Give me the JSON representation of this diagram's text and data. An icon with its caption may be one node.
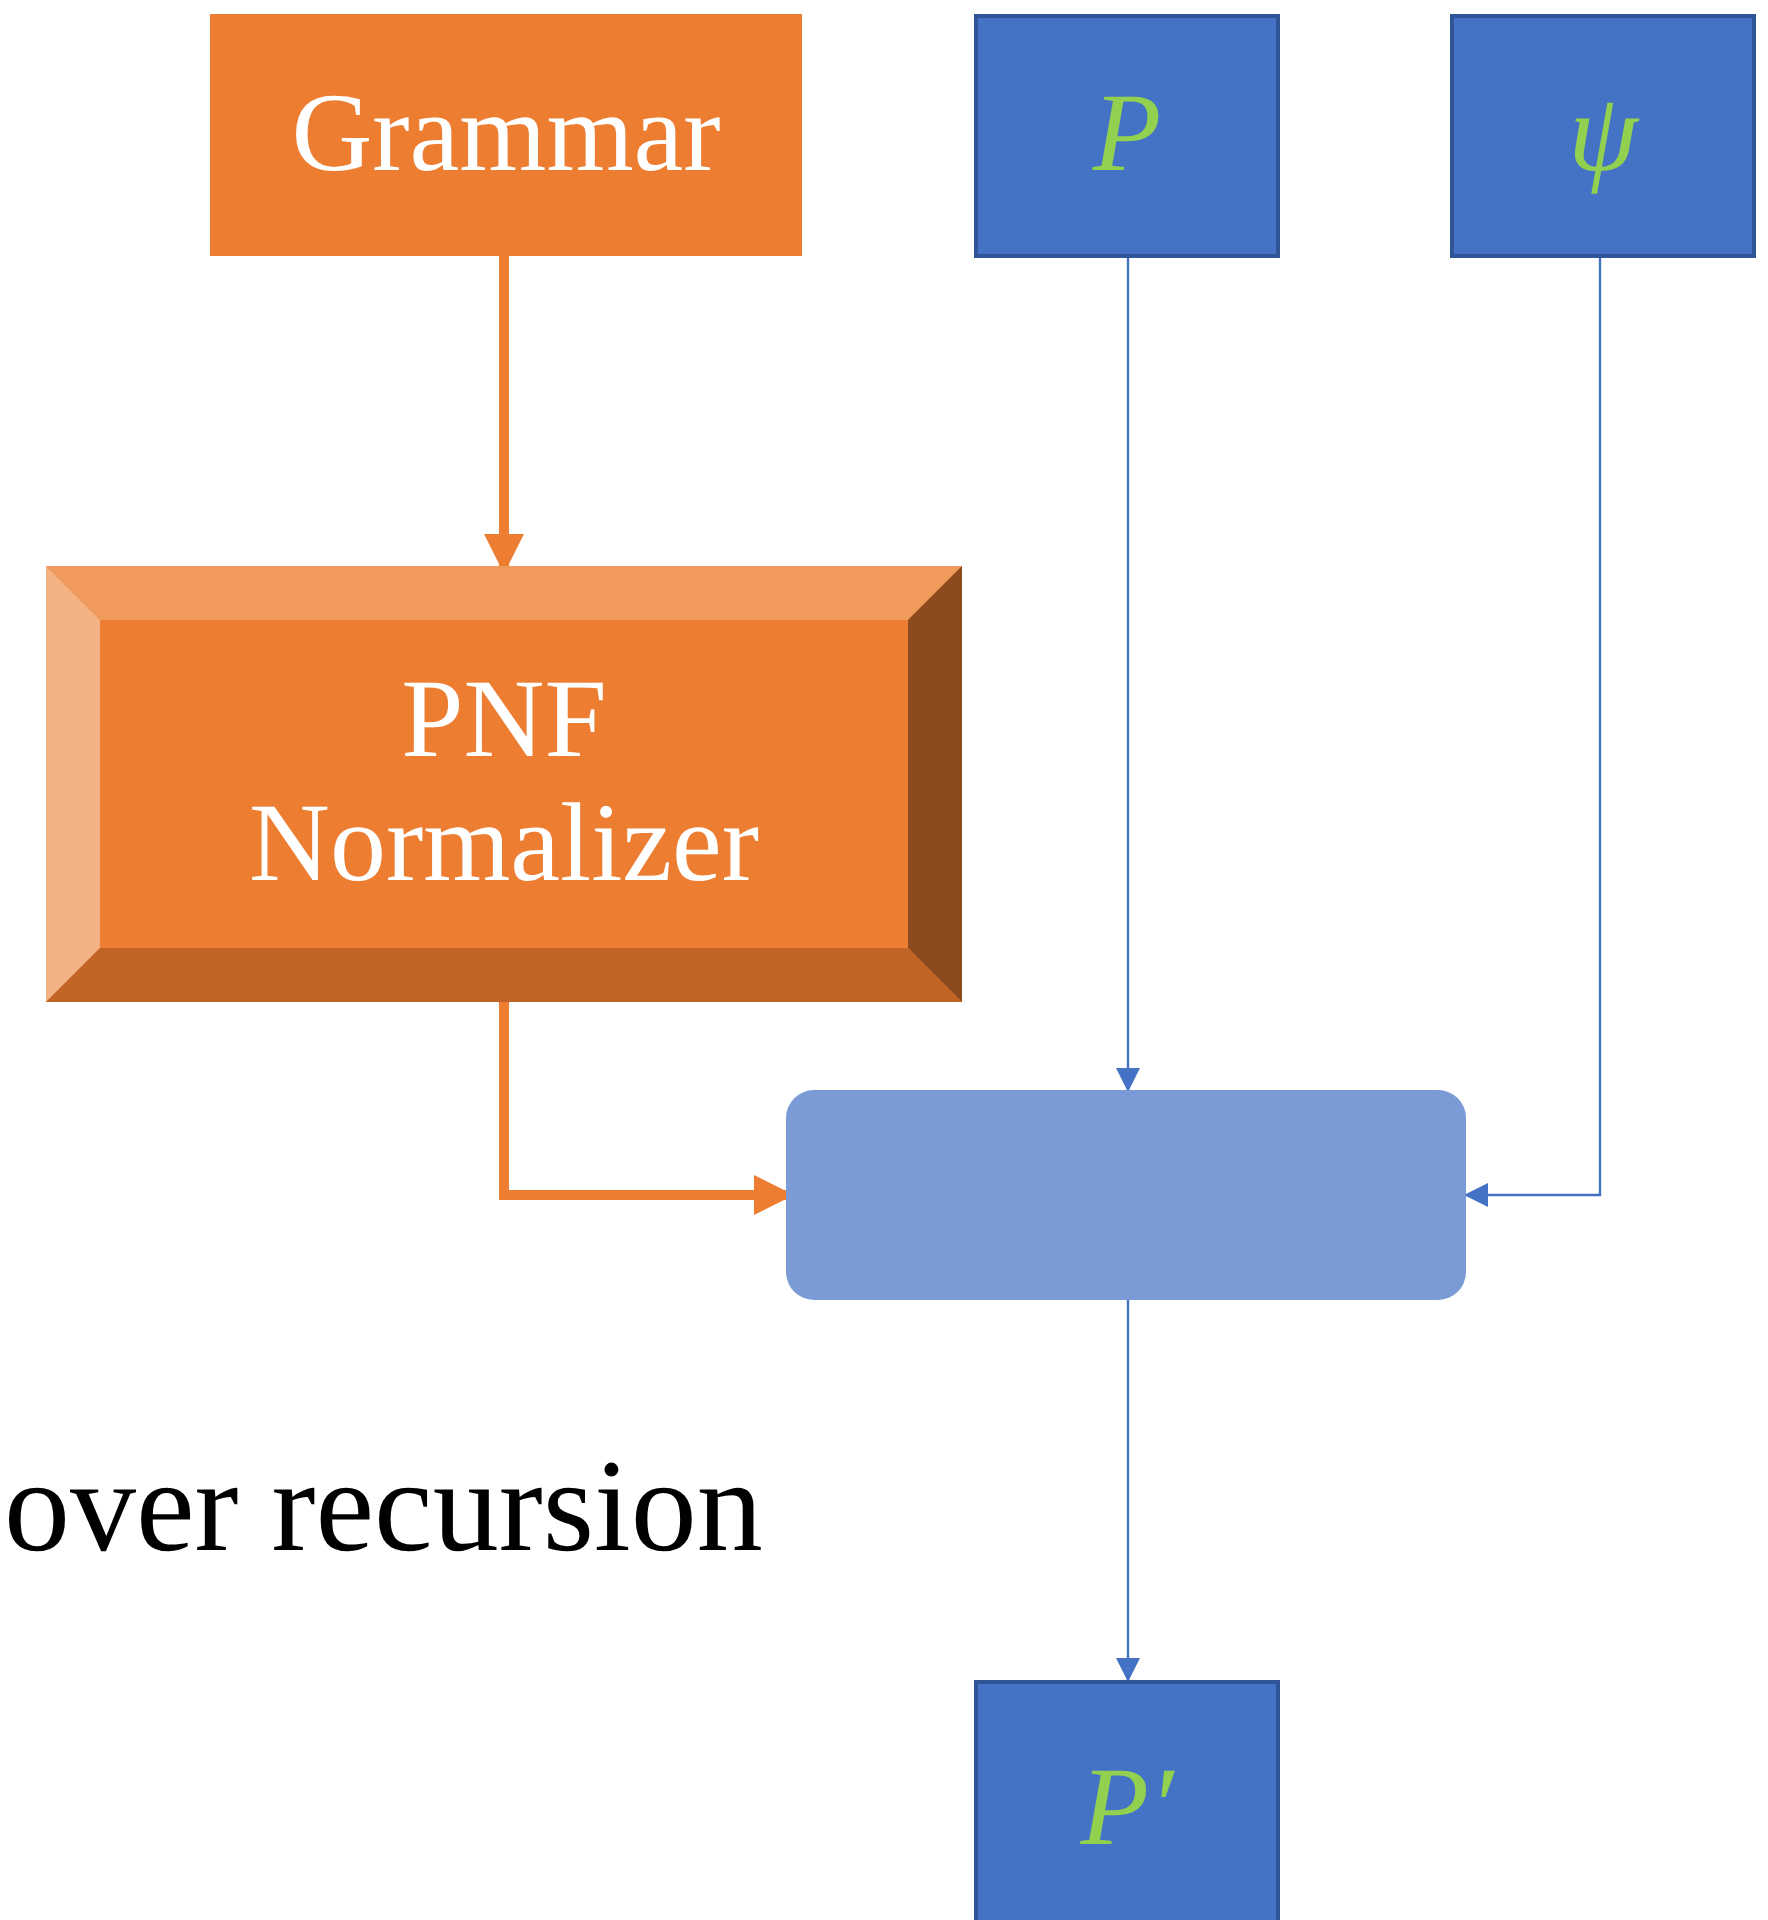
{
  "diagram": {
    "nodes": [
      {
        "text": [
          "Grammar"
        ]
      },
      {
        "text": [
          "PNF Normalizer"
        ]
      },
      {
        "text": [
          "P"
        ]
      },
      {
        "text": [
          "ψ"
        ]
      },
      {
        "text": [],
        "shape": "box"
      },
      {
        "text": [
          "P′"
        ]
      }
    ],
    "edges": [
      {
        "from": 0,
        "to": 1,
        "arrow": "to",
        "style": "thick",
        "color": "#ed7d31"
      },
      {
        "from": 1,
        "to": 4,
        "arrow": "to",
        "style": "thick",
        "color": "#ed7d31"
      },
      {
        "from": 2,
        "to": 4,
        "arrow": "to"
      },
      {
        "from": 3,
        "to": 4,
        "arrow": "to"
      },
      {
        "from": 4,
        "to": 5,
        "arrow": "to"
      }
    ],
    "labels": [
      "over recursion"
    ]
  }
}
